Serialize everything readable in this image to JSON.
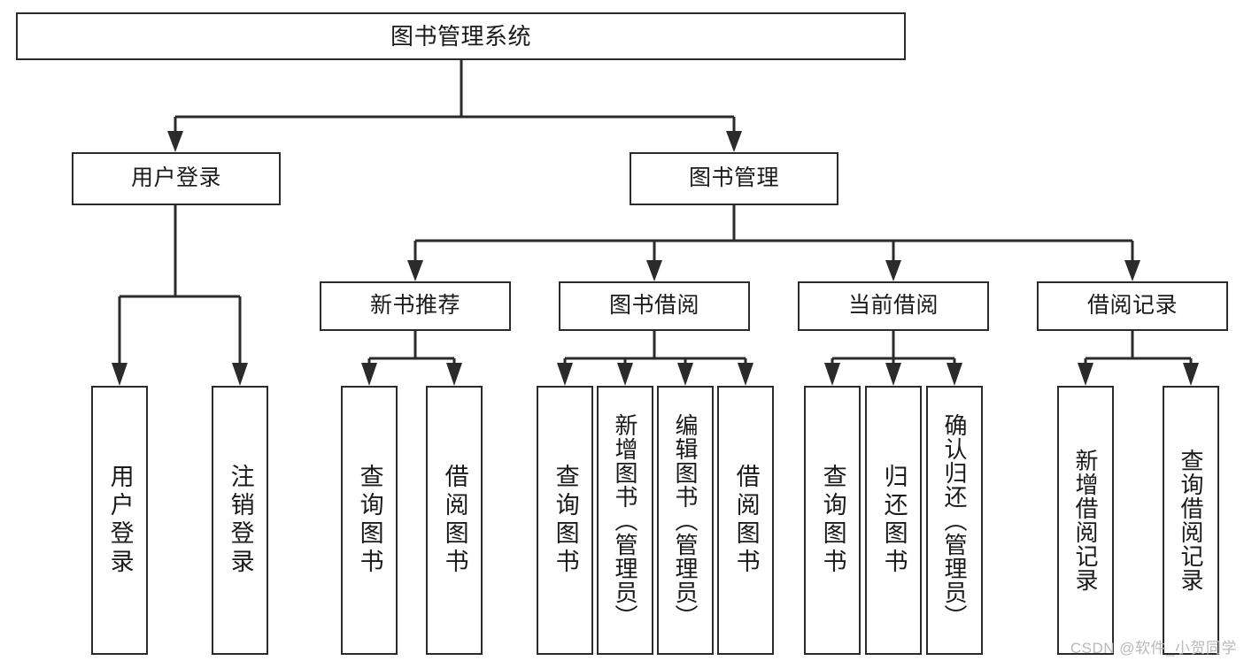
{
  "diagram": {
    "title": "图书管理系统",
    "type": "tree",
    "watermark": "CSDN @软件_小贺同学",
    "colors": {
      "stroke": "#2b2b2b",
      "background": "#ffffff",
      "text": "#1a1a1a",
      "watermark": "#b9b9b9"
    },
    "root": {
      "label": "图书管理系统",
      "orientation": "horizontal"
    },
    "level2": [
      {
        "label": "用户登录",
        "orientation": "horizontal"
      },
      {
        "label": "图书管理",
        "orientation": "horizontal"
      }
    ],
    "level3": [
      {
        "label": "新书推荐",
        "orientation": "horizontal"
      },
      {
        "label": "图书借阅",
        "orientation": "horizontal"
      },
      {
        "label": "当前借阅",
        "orientation": "horizontal"
      },
      {
        "label": "借阅记录",
        "orientation": "horizontal"
      }
    ],
    "leaves": {
      "user_login": [
        {
          "label": "用户登录",
          "orientation": "vertical"
        },
        {
          "label": "注销登录",
          "orientation": "vertical"
        }
      ],
      "new_book_recommend": [
        {
          "label": "查询图书",
          "orientation": "vertical"
        },
        {
          "label": "借阅图书",
          "orientation": "vertical"
        }
      ],
      "book_borrow": [
        {
          "label": "查询图书",
          "orientation": "vertical"
        },
        {
          "label": "新增图书（管理员）",
          "orientation": "vertical"
        },
        {
          "label": "编辑图书（管理员）",
          "orientation": "vertical"
        },
        {
          "label": "借阅图书",
          "orientation": "vertical"
        }
      ],
      "current_borrow": [
        {
          "label": "查询图书",
          "orientation": "vertical"
        },
        {
          "label": "归还图书",
          "orientation": "vertical"
        },
        {
          "label": "确认归还（管理员）",
          "orientation": "vertical"
        }
      ],
      "borrow_record": [
        {
          "label": "新增借阅记录",
          "orientation": "vertical"
        },
        {
          "label": "查询借阅记录",
          "orientation": "vertical"
        }
      ]
    }
  }
}
